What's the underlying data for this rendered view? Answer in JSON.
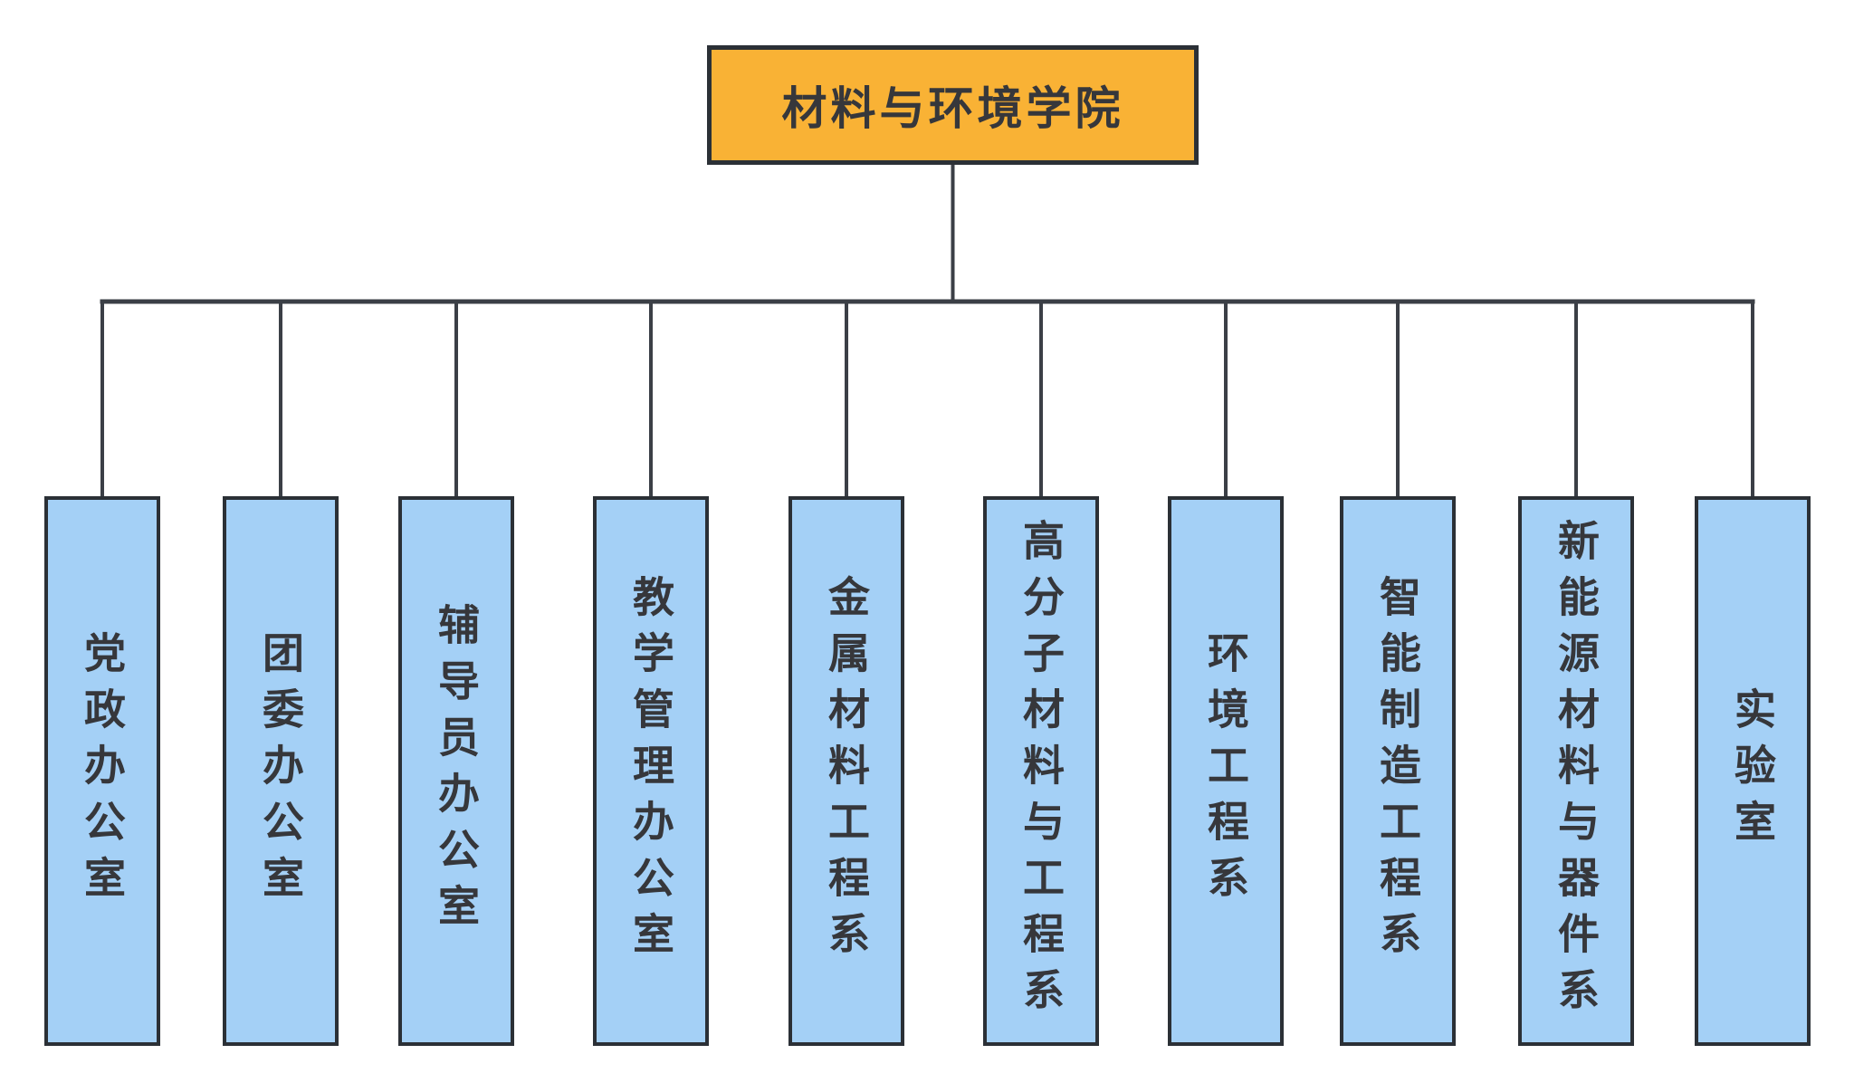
{
  "root": {
    "label": "材料与环境学院"
  },
  "departments": [
    {
      "label": "党政办公室"
    },
    {
      "label": "团委办公室"
    },
    {
      "label": "辅导员办公室"
    },
    {
      "label": "教学管理办公室"
    },
    {
      "label": "金属材料工程系"
    },
    {
      "label": "高分子材料与工程系"
    },
    {
      "label": "环境工程系"
    },
    {
      "label": "智能制造工程系"
    },
    {
      "label": "新能源材料与器件系"
    },
    {
      "label": "实验室"
    }
  ],
  "colors": {
    "root_fill": "#F9B235",
    "dept_fill": "#A4D0F6",
    "node_border": "#2B3036",
    "line_color": "#3B3F46",
    "text_color": "#36373B",
    "background": "#FFFFFF"
  }
}
